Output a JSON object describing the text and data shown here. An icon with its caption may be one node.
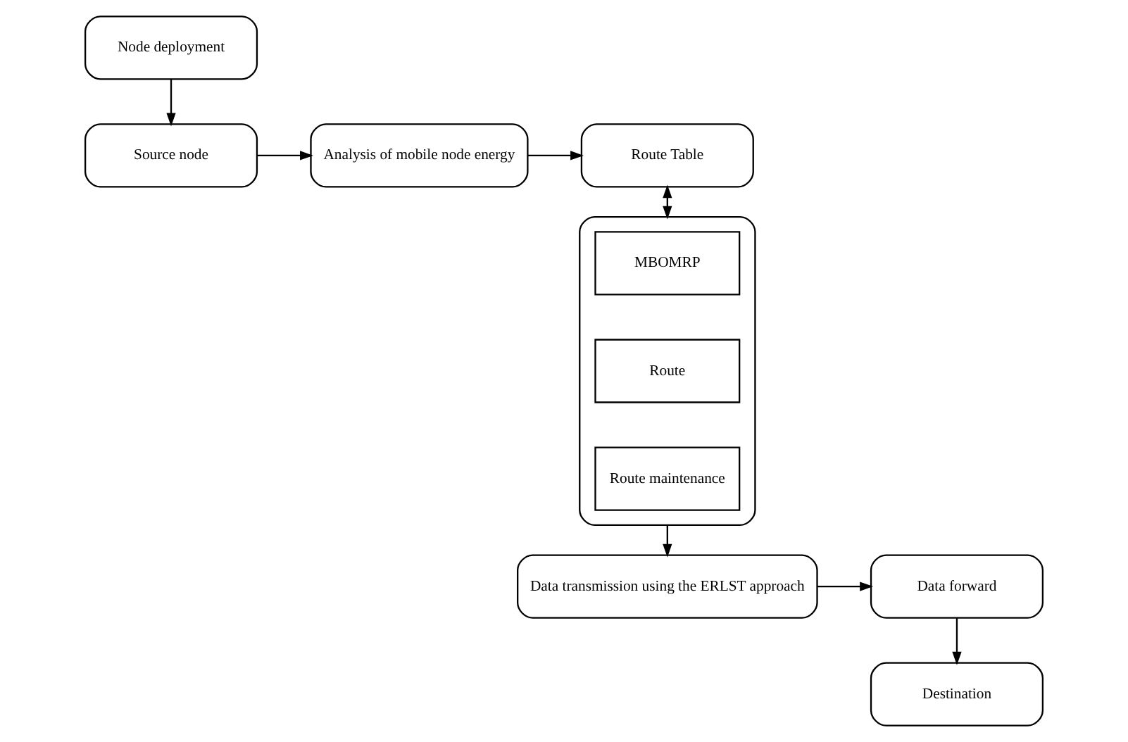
{
  "diagram": {
    "nodes": [
      {
        "text": [
          "Source node"
        ]
      },
      {
        "text": [
          "Analysis of mobile node energy"
        ]
      },
      {
        "text": [
          "Route Table"
        ]
      },
      {
        "text": [
          "Node deployment"
        ]
      },
      {
        "text": [],
        "shape": "box"
      },
      {
        "text": [
          "MBOMRP"
        ],
        "in": 4
      },
      {
        "text": [
          "Route"
        ],
        "in": 4
      },
      {
        "text": [
          "Route maintenance"
        ],
        "in": 4
      },
      {
        "text": [
          "Data transmission using the ERLST approach"
        ]
      },
      {
        "text": [
          "Data forward"
        ]
      },
      {
        "text": [
          "Destination"
        ]
      }
    ],
    "edges": [
      {
        "from": 3,
        "to": 0,
        "arrow": "to"
      },
      {
        "from": 0,
        "to": 1,
        "arrow": "to"
      },
      {
        "from": 1,
        "to": 2,
        "arrow": "to"
      },
      {
        "from": 2,
        "to": 4,
        "arrow": "both"
      },
      {
        "from": 4,
        "to": 8,
        "arrow": "to"
      },
      {
        "from": 8,
        "to": 9,
        "arrow": "to"
      },
      {
        "from": 9,
        "to": 10,
        "arrow": "to"
      }
    ]
  }
}
